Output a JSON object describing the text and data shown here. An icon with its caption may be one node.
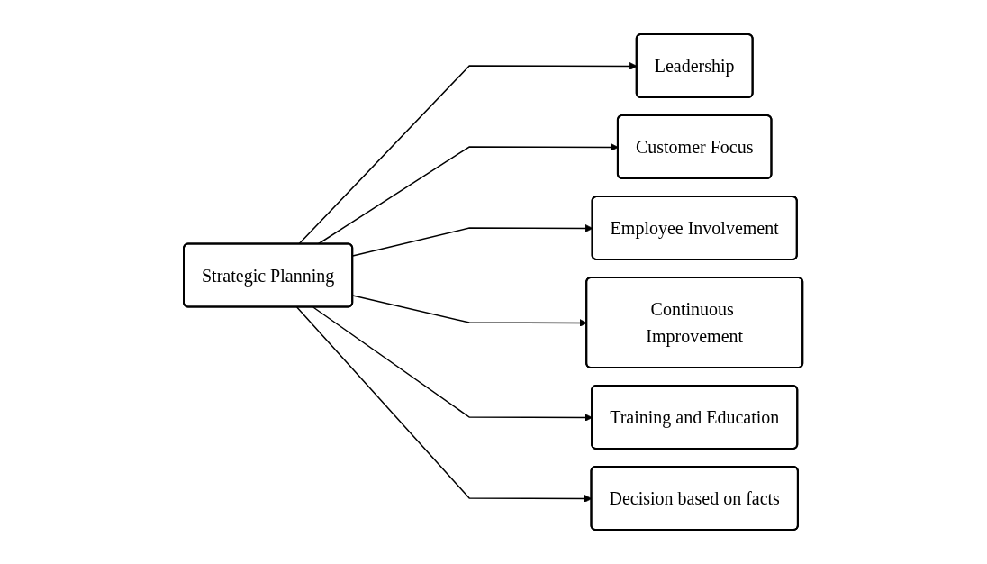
{
  "diagram": {
    "nodes": [
      {
        "text": [
          "Strategic Planning"
        ]
      },
      {
        "text": [
          "Leadership"
        ]
      },
      {
        "text": [
          "Customer Focus"
        ]
      },
      {
        "text": [
          "Employee Involvement"
        ]
      },
      {
        "text": [
          "Continuous Improvement"
        ]
      },
      {
        "text": [
          "Training and Education"
        ]
      },
      {
        "text": [
          "Decision based on facts"
        ]
      }
    ],
    "edges": [
      {
        "from": 0,
        "to": 1,
        "arrow": "to"
      },
      {
        "from": 0,
        "to": 2,
        "arrow": "to"
      },
      {
        "from": 0,
        "to": 3,
        "arrow": "to"
      },
      {
        "from": 0,
        "to": 4,
        "arrow": "to"
      },
      {
        "from": 0,
        "to": 5,
        "arrow": "to"
      },
      {
        "from": 0,
        "to": 6,
        "arrow": "to"
      }
    ]
  }
}
